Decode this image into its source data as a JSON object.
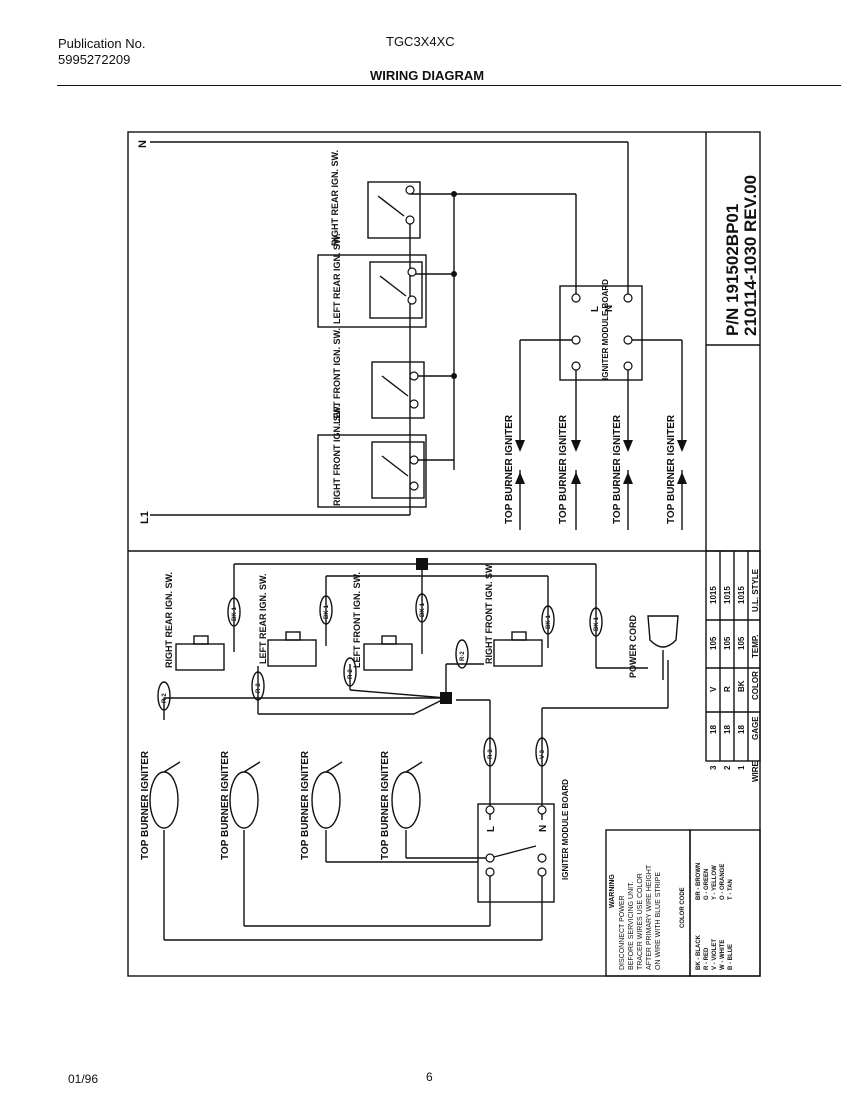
{
  "header": {
    "publication_label": "Publication No.",
    "publication_number": "5995272209",
    "model": "TGC3X4XC",
    "title": "WIRING DIAGRAM"
  },
  "footer": {
    "date": "01/96",
    "page": "6"
  },
  "diagram": {
    "part_number": "P/N 191502BP01",
    "rev": "210114-1030 REV.00",
    "line_labels": {
      "neutral": "N",
      "line": "L1"
    },
    "switches": [
      "RIGHT REAR IGN. SW.",
      "LEFT REAR IGN. SW.",
      "LEFT FRONT IGN. SW.",
      "RIGHT FRONT IGN. SW."
    ],
    "module_label": "IGNITER MODULE BOARD",
    "module_terminals": {
      "l": "L",
      "n": "N"
    },
    "igniter_label": "TOP BURNER IGNITER",
    "power_cord": "POWER CORD",
    "wire_tags": {
      "bk1": "BK-1",
      "r2": "R-2",
      "v3": "V-3"
    },
    "wire_table": {
      "headers": [
        "WIRE",
        "GAGE",
        "COLOR",
        "TEMP.",
        "U.L. STYLE"
      ],
      "rows": [
        [
          "1",
          "18",
          "BK",
          "105",
          "1015"
        ],
        [
          "2",
          "18",
          "R",
          "105",
          "1015"
        ],
        [
          "3",
          "18",
          "V",
          "105",
          "1015"
        ]
      ]
    },
    "warning": {
      "title": "WARNING",
      "lines": [
        "DISCONNECT POWER",
        "BEFORE SERVICING UNIT.",
        "TRACER WIRES USE COLOR",
        "AFTER PRIMARY WIRE HEIGHT",
        "ON WIRE WITH BLUE STRIPE"
      ]
    },
    "color_code_title": "COLOR CODE",
    "color_codes": [
      "BK - BLACK",
      "R - RED",
      "V - VIOLET",
      "W - WHITE",
      "B - BLUE",
      "BR - BROWN",
      "G - GREEN",
      "Y - YELLOW",
      "O - ORANGE",
      "T - TAN"
    ]
  }
}
